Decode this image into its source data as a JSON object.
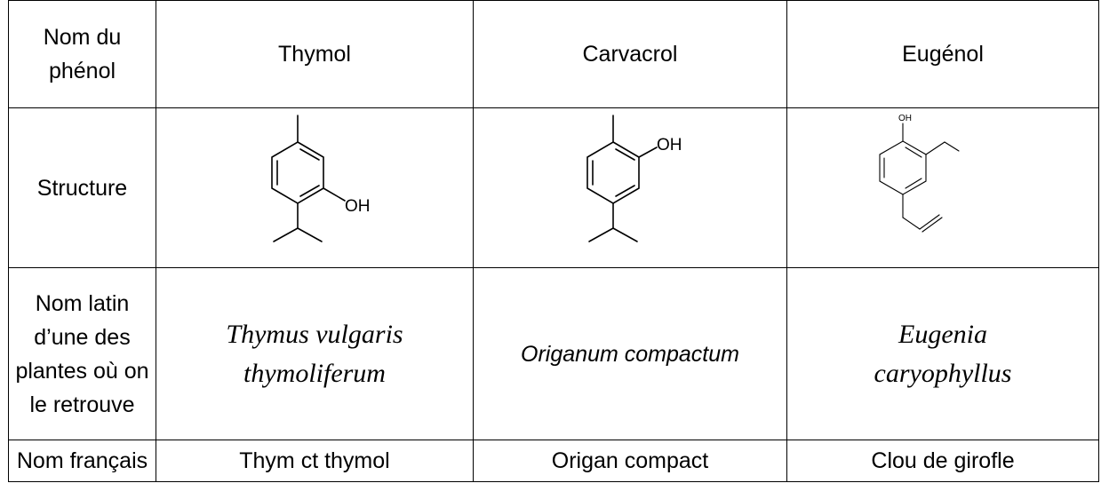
{
  "table": {
    "row_labels": {
      "name": [
        "Nom du",
        "phénol"
      ],
      "structure": "Structure",
      "latin": [
        "Nom latin",
        "d’une des",
        "plantes où on",
        "le retrouve"
      ],
      "french": "Nom français"
    },
    "compounds": [
      {
        "name": "Thymol",
        "structure_label": "OH",
        "latin": [
          "Thymus vulgaris",
          "thymoliferum"
        ],
        "french": "Thym ct thymol"
      },
      {
        "name": "Carvacrol",
        "structure_label": "OH",
        "latin": [
          "Origanum compactum"
        ],
        "french": "Origan compact"
      },
      {
        "name": "Eugénol",
        "structure_label": "OH",
        "latin": [
          "Eugenia",
          "caryophyllus"
        ],
        "french": "Clou de girofle"
      }
    ]
  }
}
